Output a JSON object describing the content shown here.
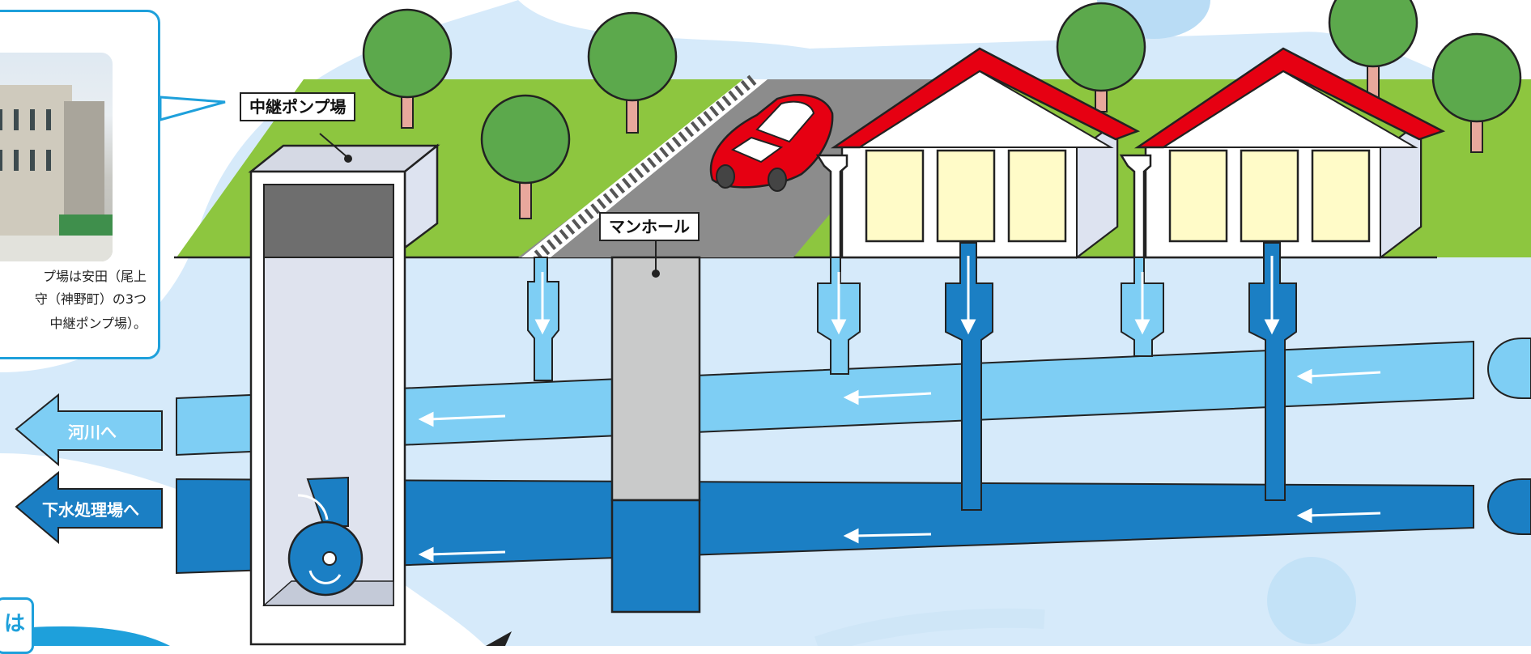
{
  "callout": {
    "text_lines": [
      "プ場は安田（尾上",
      "守（神野町）の3つ",
      "中継ポンプ場）。"
    ]
  },
  "labels": {
    "relay_pump": "中継ポンプ場",
    "manhole": "マンホール"
  },
  "arrows": {
    "river": "河川へ",
    "treatment": "下水処理場へ"
  },
  "partial_text": {
    "tab": "は"
  },
  "colors": {
    "sky": "#d6eafa",
    "grass": "#8dc63f",
    "rain_pipe": "#7ecef4",
    "sewer_pipe": "#1b7fc4",
    "roof": "#e60012",
    "road": "#8c8c8c",
    "accent": "#1ea0db"
  }
}
